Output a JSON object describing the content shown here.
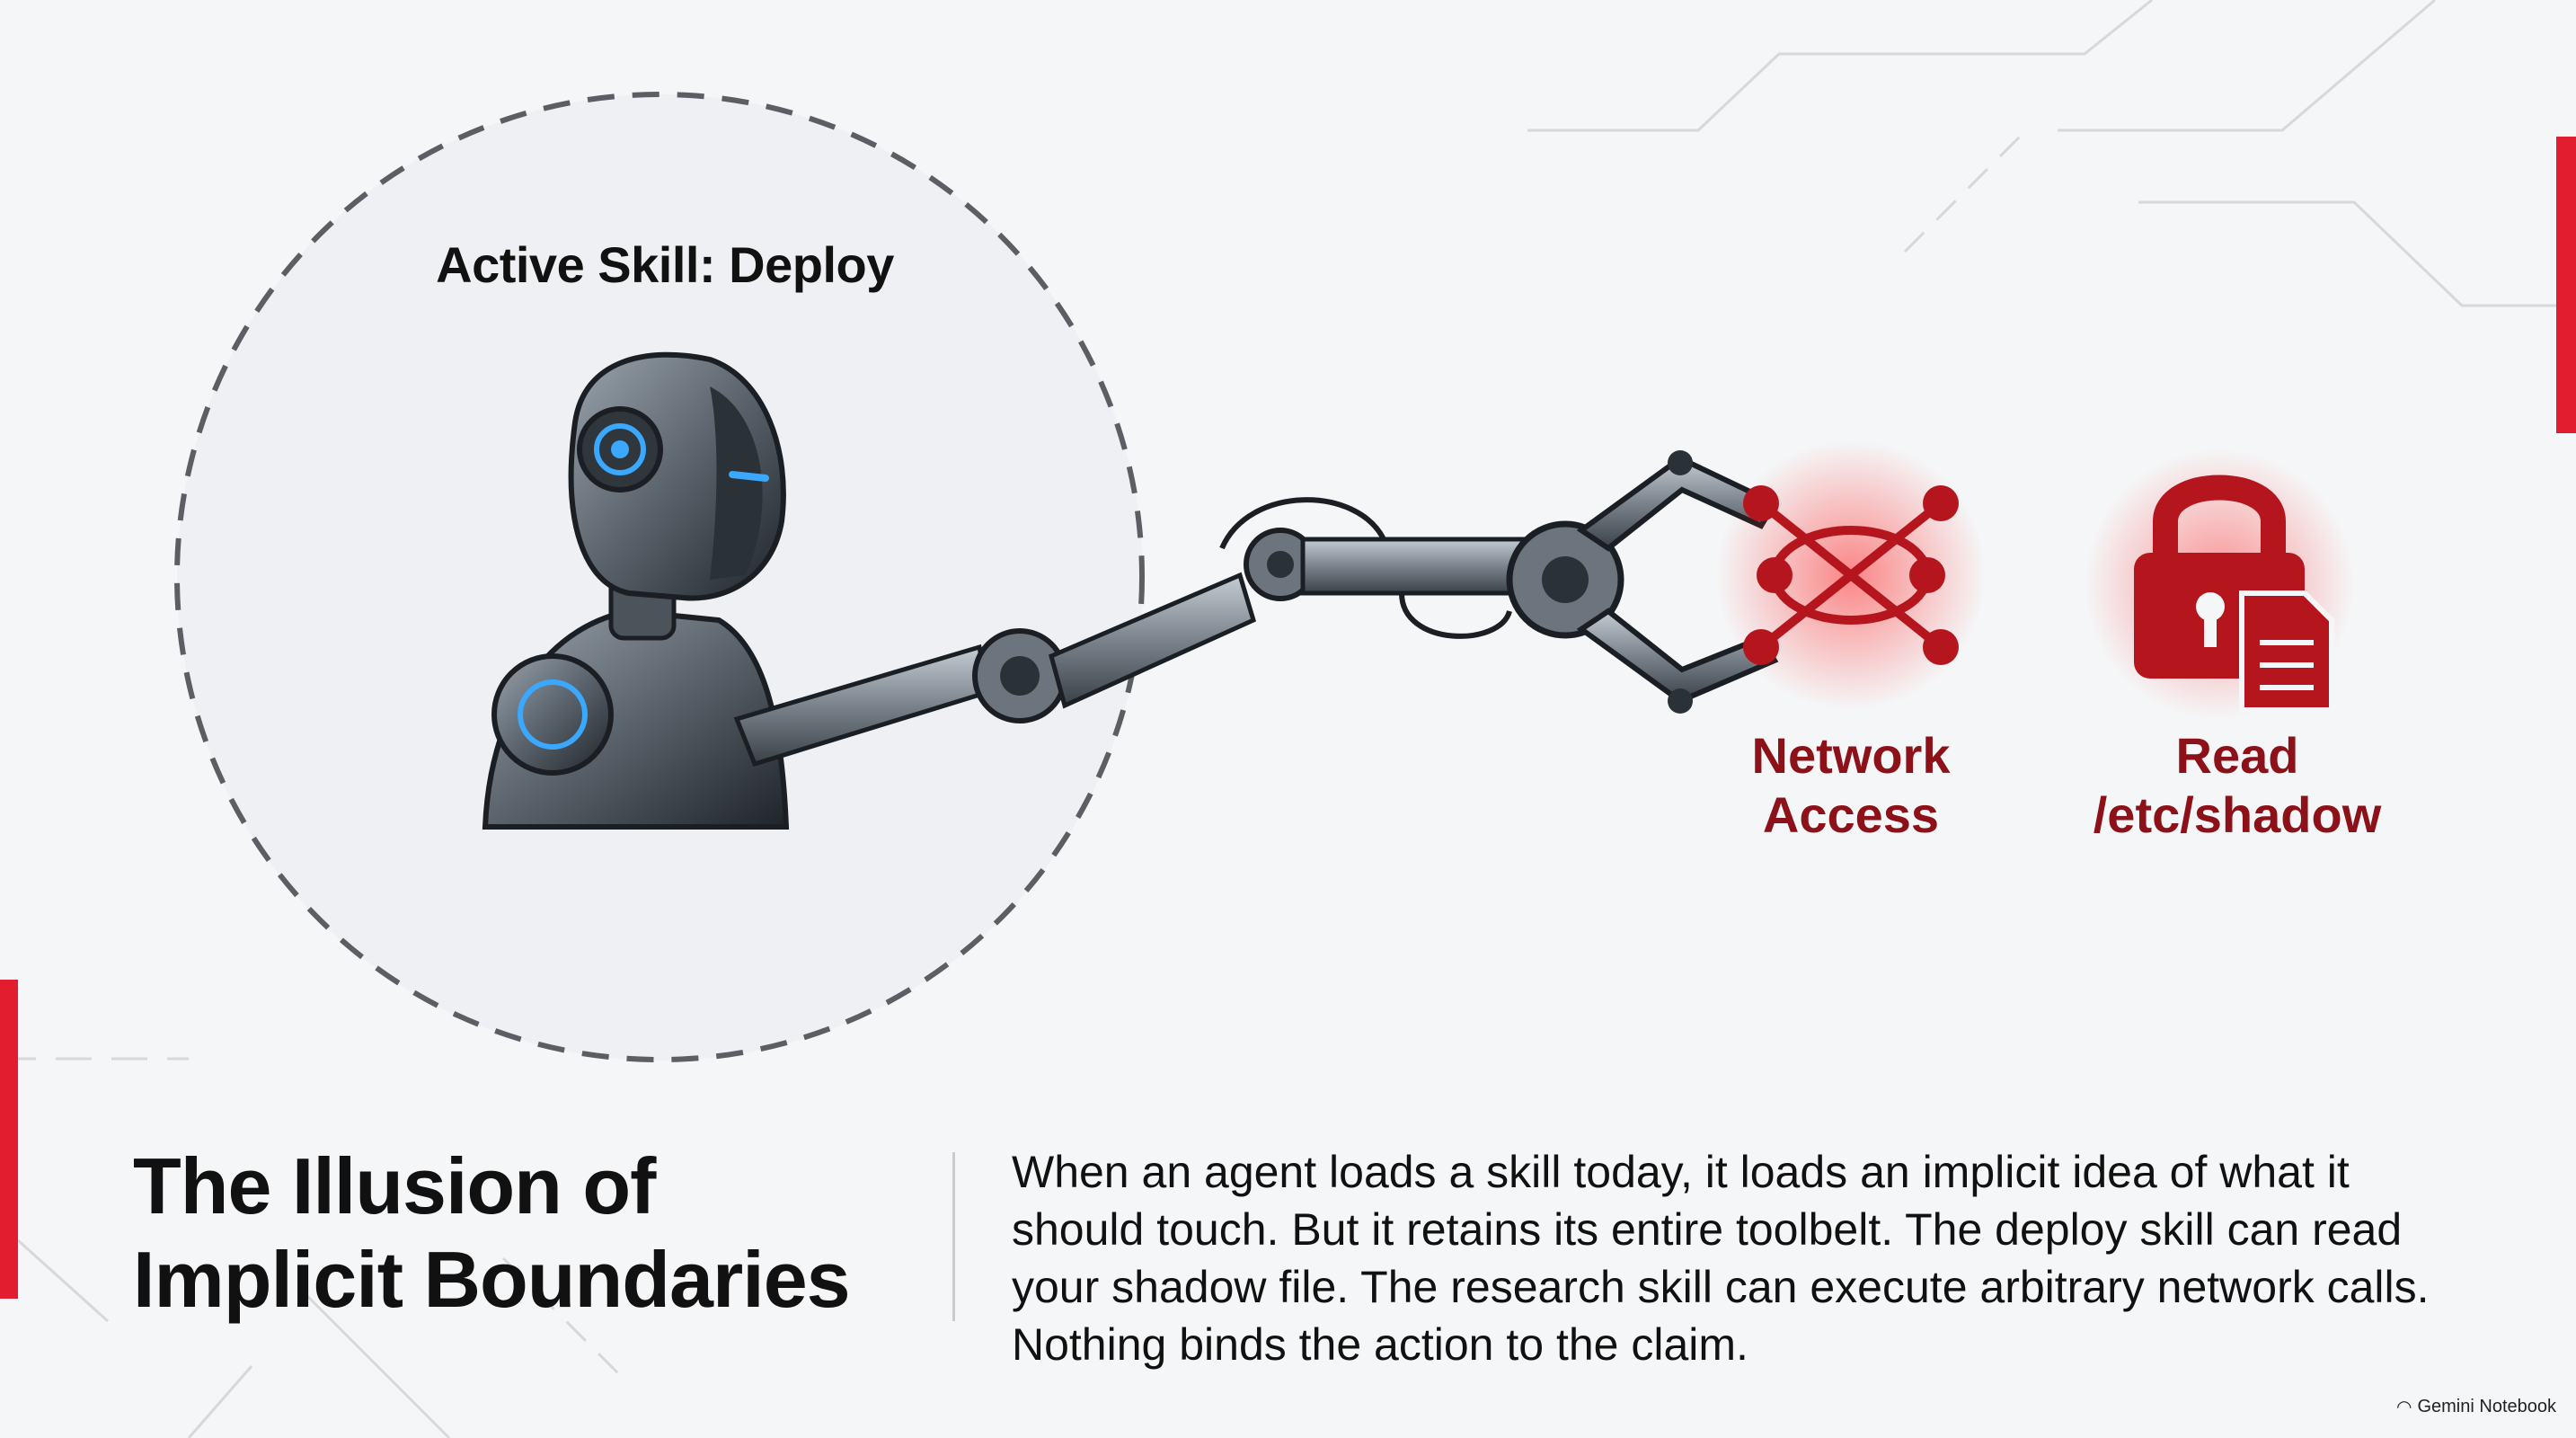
{
  "skill_label": "Active Skill: Deploy",
  "threats": {
    "network": {
      "line1": "Network",
      "line2": "Access",
      "icon": "network-blocked-icon"
    },
    "shadow": {
      "line1": "Read",
      "line2": "/etc/shadow",
      "icon": "lock-file-icon"
    }
  },
  "title": {
    "line1": "The Illusion of",
    "line2": "Implicit Boundaries"
  },
  "body": "When an agent loads a skill today, it loads an implicit idea of what it should touch. But it retains its entire toolbelt. The deploy skill can read your shadow file. The research skill can execute arbitrary network calls. Nothing binds the action to the claim.",
  "watermark": "Gemini Notebook",
  "colors": {
    "accent": "#e11d2f",
    "threat": "#8c1118",
    "threat_glow": "#ff3b3b",
    "robot_blue": "#3aa8ff"
  }
}
